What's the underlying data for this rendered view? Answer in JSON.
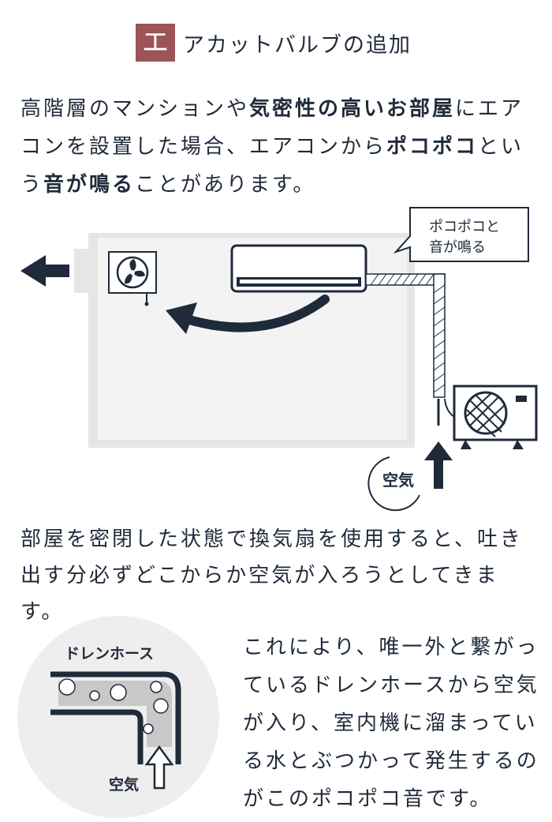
{
  "title": {
    "mark": "エ",
    "text": "アカットバルブの追加"
  },
  "intro": {
    "t1": "高階層のマンションや",
    "b1": "気密性の高いお部屋",
    "t2": "にエアコンを設置した場合、エアコンから",
    "b2": "ポコポコ",
    "t3": "という",
    "b3": "音が鳴る",
    "t4": "ことがあります。"
  },
  "diagram1": {
    "bubble_line1": "ポコポコと",
    "bubble_line2": "音が鳴る",
    "air_label": "空気"
  },
  "middle_text": "部屋を密閉した状態で換気扇を使用すると、吐き出す分必ずどこからか空気が入ろうとしてきます。",
  "diagram2": {
    "hose_label": "ドレンホース",
    "air_label": "空気"
  },
  "bottom_text": "これにより、唯一外と繋がっているドレンホースから空気が入り、室内機に溜まっている水とぶつかって発生するのがこのポコポコ音です。",
  "colors": {
    "navy": "#1f2a3a",
    "accent": "#9b5458",
    "wall": "#e6e6e6",
    "room": "#f3f3f3"
  }
}
